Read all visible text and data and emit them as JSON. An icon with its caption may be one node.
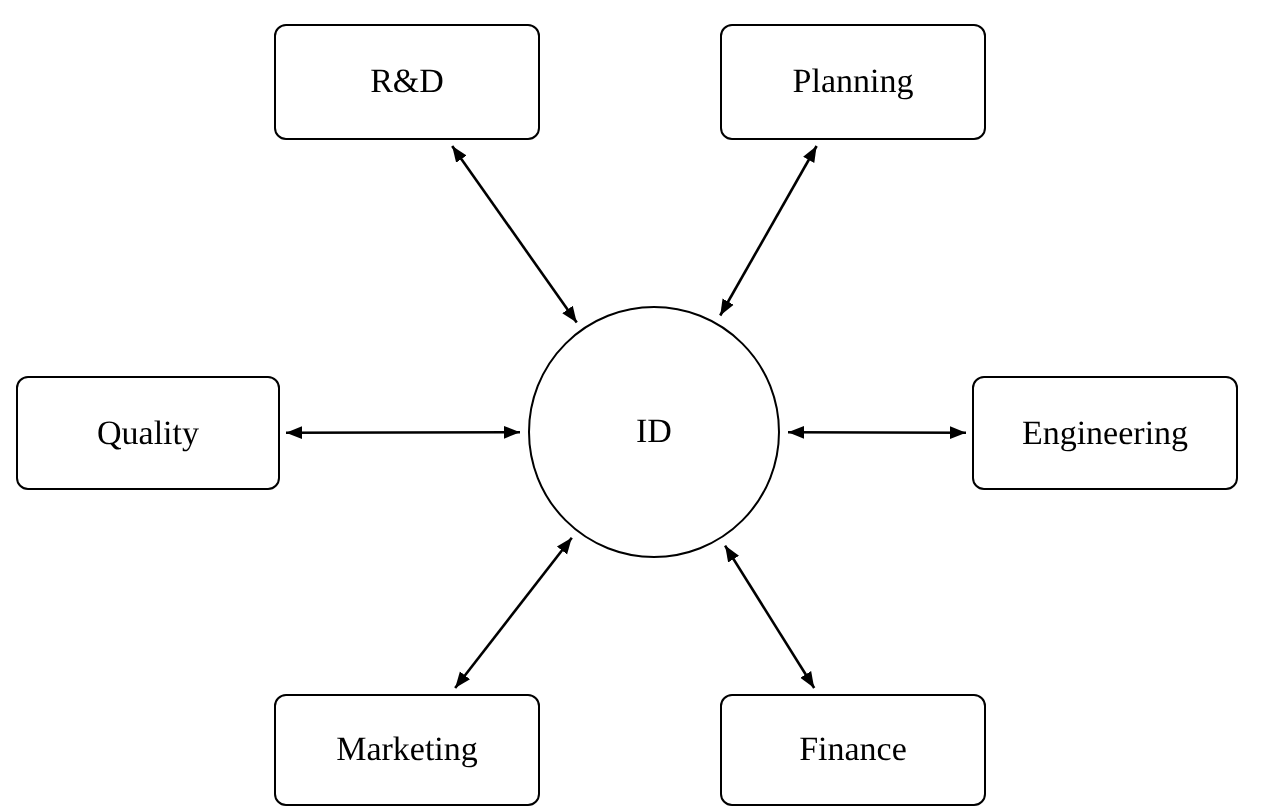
{
  "diagram": {
    "nodes": [
      {
        "text": [
          "R&D"
        ]
      },
      {
        "text": [
          "Planning"
        ]
      },
      {
        "text": [
          "Quality"
        ]
      },
      {
        "text": [
          "ID"
        ]
      },
      {
        "text": [
          "Engineering"
        ]
      },
      {
        "text": [
          "Marketing"
        ]
      },
      {
        "text": [
          "Finance"
        ]
      }
    ],
    "edges": [
      {
        "from": 3,
        "to": 0,
        "arrow": "both"
      },
      {
        "from": 3,
        "to": 1,
        "arrow": "both"
      },
      {
        "from": 3,
        "to": 2,
        "arrow": "both"
      },
      {
        "from": 3,
        "to": 4,
        "arrow": "both"
      },
      {
        "from": 3,
        "to": 5,
        "arrow": "both"
      },
      {
        "from": 3,
        "to": 6,
        "arrow": "both"
      }
    ]
  }
}
